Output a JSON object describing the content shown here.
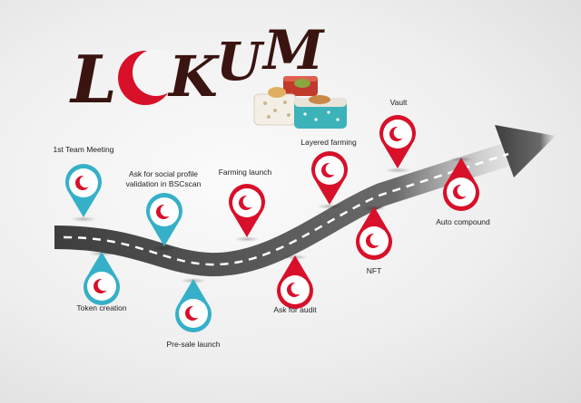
{
  "brand": {
    "letters": [
      "L",
      "",
      "K",
      "U",
      "M"
    ],
    "colors": {
      "dark": "#3a1410",
      "red": "#d8102a",
      "teal": "#35b0c8",
      "road": "#555555"
    }
  },
  "milestones": [
    {
      "label": "1st Team Meeting",
      "status": "done"
    },
    {
      "label": "Token creation",
      "status": "done"
    },
    {
      "label": "Ask for social profile",
      "label2": "validation in BSCscan",
      "status": "done"
    },
    {
      "label": "Pre-sale launch",
      "status": "done"
    },
    {
      "label": "Farming launch",
      "status": "upcoming"
    },
    {
      "label": "Ask for audit",
      "status": "upcoming"
    },
    {
      "label": "Layered farming",
      "status": "upcoming"
    },
    {
      "label": "NFT",
      "status": "upcoming"
    },
    {
      "label": "Vault",
      "status": "upcoming"
    },
    {
      "label": "Auto compound",
      "status": "upcoming"
    }
  ],
  "pin_icon": "crescent-icon"
}
